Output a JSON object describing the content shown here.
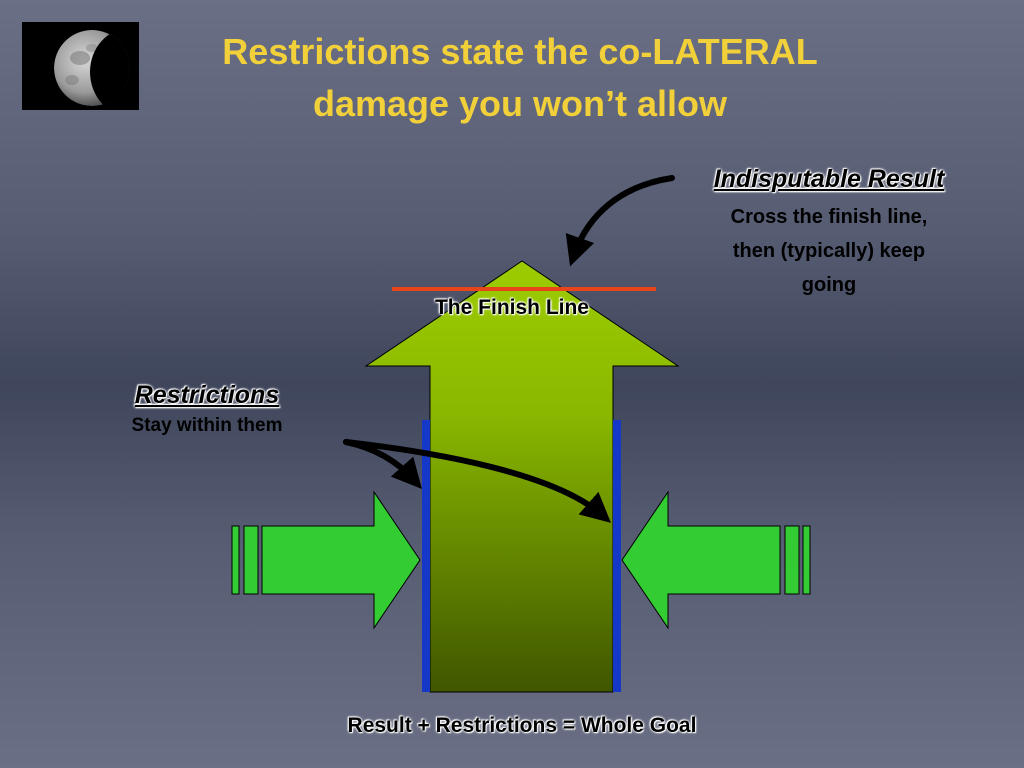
{
  "title": {
    "line1": "Restrictions state the co-LATERAL",
    "line2": "damage you won’t allow"
  },
  "result": {
    "heading": "Indisputable Result",
    "line1": "Cross the finish line,",
    "line2": "then (typically) keep",
    "line3": "going"
  },
  "finish_line": {
    "label": "The Finish Line",
    "color": "#e8451a"
  },
  "restrictions": {
    "heading": "Restrictions",
    "subtext": "Stay within them",
    "bar_color": "#1538c8"
  },
  "footer": {
    "equation": "Result + Restrictions = Whole Goal"
  },
  "colors": {
    "title": "#f2d03a",
    "main_arrow_top": "#99c800",
    "main_arrow_bottom": "#3d5200",
    "side_arrows": "#33cc33"
  },
  "icons": {
    "moon": "moon-image"
  }
}
